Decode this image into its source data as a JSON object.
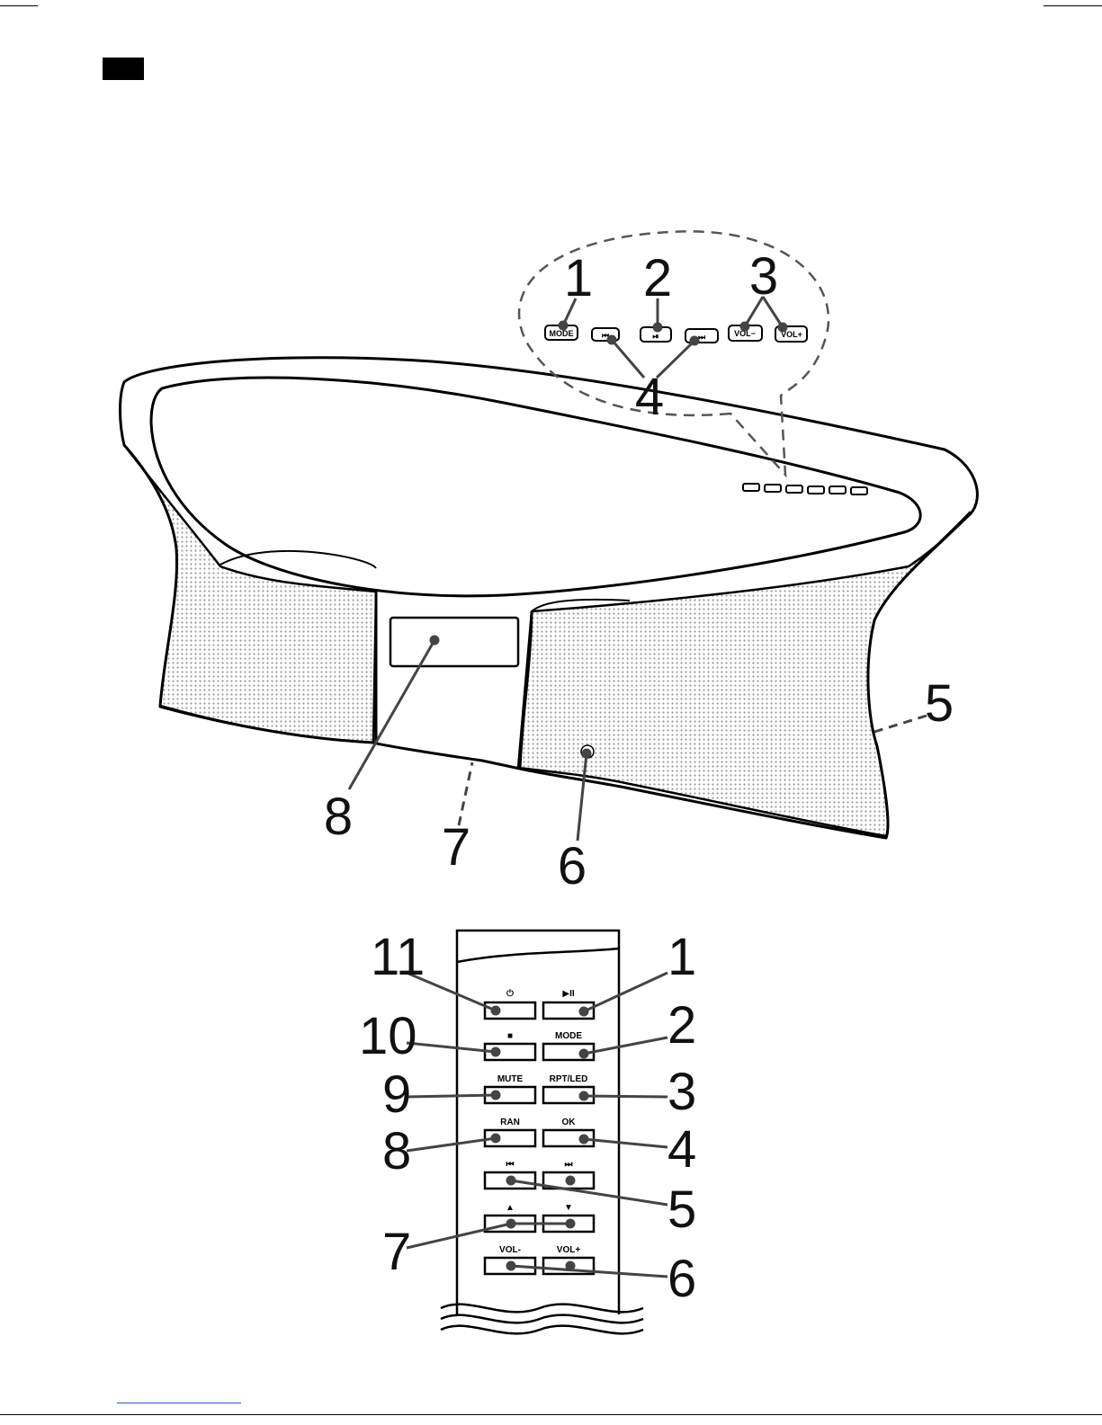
{
  "speaker": {
    "panel_buttons": [
      {
        "key": "mode",
        "label": "MODE"
      },
      {
        "key": "prev",
        "label": "⏮"
      },
      {
        "key": "play",
        "label": "⏯"
      },
      {
        "key": "next",
        "label": "⏭"
      },
      {
        "key": "voldown",
        "label": "VOL−"
      },
      {
        "key": "volup",
        "label": "VOL+"
      }
    ],
    "inset_callouts": [
      "1",
      "2",
      "3",
      "4"
    ],
    "body_callouts": [
      "5",
      "6",
      "7",
      "8"
    ]
  },
  "remote": {
    "button_labels": [
      {
        "key": "power",
        "label": "⏻"
      },
      {
        "key": "play_pause",
        "label": "▶II"
      },
      {
        "key": "stop",
        "label": "■"
      },
      {
        "key": "mode",
        "label": "MODE"
      },
      {
        "key": "mute",
        "label": "MUTE"
      },
      {
        "key": "rpt_led",
        "label": "RPT/LED"
      },
      {
        "key": "ran",
        "label": "RAN"
      },
      {
        "key": "ok",
        "label": "OK"
      },
      {
        "key": "prev",
        "label": "⏮"
      },
      {
        "key": "next",
        "label": "⏭"
      },
      {
        "key": "up",
        "label": "▲"
      },
      {
        "key": "down",
        "label": "▼"
      },
      {
        "key": "vol_minus",
        "label": "VOL-"
      },
      {
        "key": "vol_plus",
        "label": "VOL+"
      }
    ],
    "callouts_right": [
      "1",
      "2",
      "3",
      "4",
      "5",
      "6"
    ],
    "callouts_left": [
      "11",
      "10",
      "9",
      "8",
      "7"
    ]
  }
}
